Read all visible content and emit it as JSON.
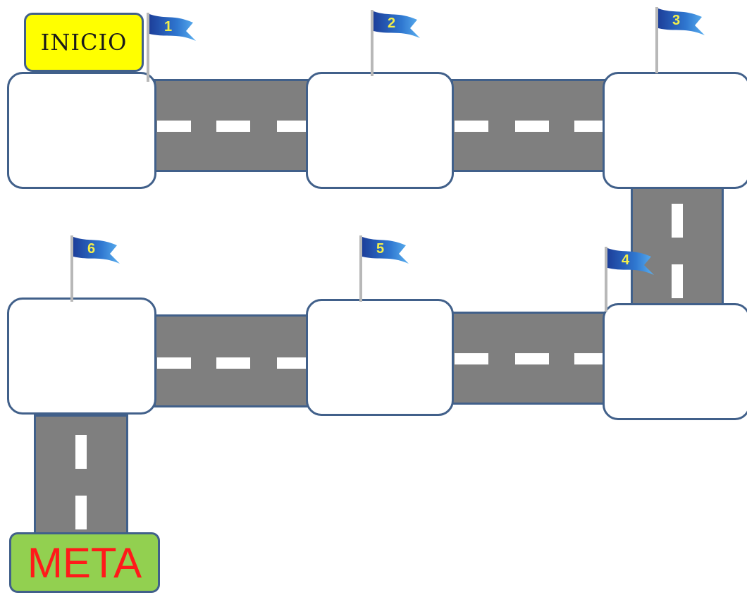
{
  "start": {
    "label": "INICIO",
    "color": "#ffff00"
  },
  "finish": {
    "label": "META",
    "color": "#92d050",
    "text_color": "#ff0000"
  },
  "colors": {
    "road": "#7f7f7f",
    "outline": "#41608a",
    "flag": "#2a5db0",
    "flag_number": "#f5f04a"
  },
  "flags": [
    {
      "number": "1"
    },
    {
      "number": "2"
    },
    {
      "number": "3"
    },
    {
      "number": "4"
    },
    {
      "number": "5"
    },
    {
      "number": "6"
    }
  ]
}
